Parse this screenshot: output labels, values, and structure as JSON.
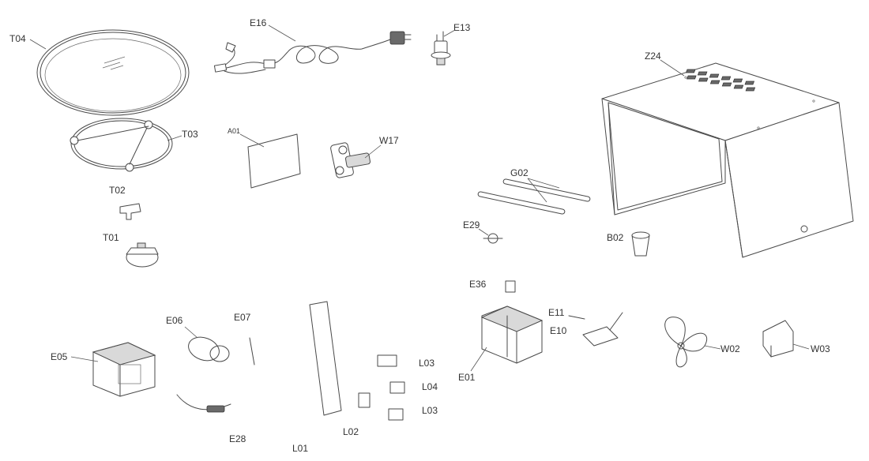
{
  "diagram": {
    "labels": {
      "T04": "T04",
      "E16": "E16",
      "E13": "E13",
      "Z24": "Z24",
      "T03": "T03",
      "A01": "A01",
      "W17": "W17",
      "G02": "G02",
      "T02": "T02",
      "E29": "E29",
      "B02": "B02",
      "T01": "T01",
      "E36": "E36",
      "E11": "E11",
      "E10": "E10",
      "E06": "E06",
      "E07": "E07",
      "E05": "E05",
      "L03a": "L03",
      "L04": "L04",
      "L03b": "L03",
      "E01": "E01",
      "W02": "W02",
      "W03": "W03",
      "E28": "E28",
      "L02": "L02",
      "L01": "L01"
    }
  }
}
